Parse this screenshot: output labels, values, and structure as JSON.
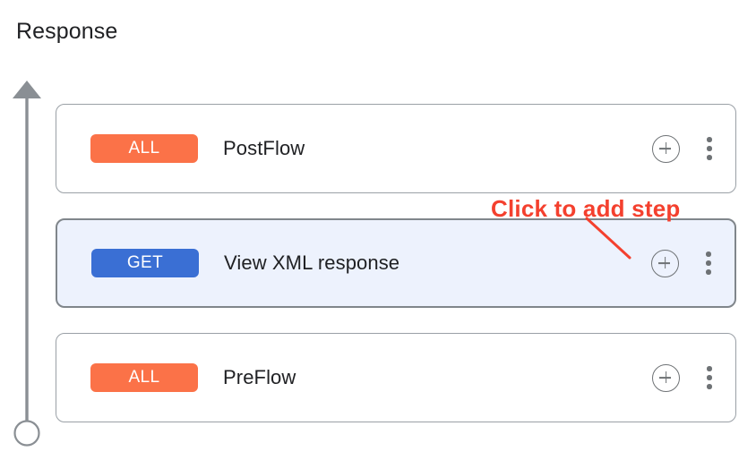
{
  "page": {
    "title": "Response"
  },
  "flow_axis": {
    "direction_icon": "up-arrow",
    "endpoint_icon": "hollow-circle",
    "color": "#8a8f94"
  },
  "annotation": {
    "text": "Click to add step",
    "color": "#f4402e",
    "points_to": "add-step-button-row-1"
  },
  "flows": {
    "rows": [
      {
        "badge": "ALL",
        "badge_color": "#fb7248",
        "label": "PostFlow",
        "selected": false,
        "add_icon": "plus-circle-icon",
        "more_icon": "more-vertical-icon"
      },
      {
        "badge": "GET",
        "badge_color": "#3a6fd4",
        "label": "View XML response",
        "selected": true,
        "add_icon": "plus-circle-icon",
        "more_icon": "more-vertical-icon"
      },
      {
        "badge": "ALL",
        "badge_color": "#fb7248",
        "label": "PreFlow",
        "selected": false,
        "add_icon": "plus-circle-icon",
        "more_icon": "more-vertical-icon"
      }
    ]
  },
  "colors": {
    "row_border": "#9aa0a6",
    "row_selected_bg": "#edf2fd",
    "row_selected_border": "#80868b",
    "icon_gray": "#6e7275",
    "text": "#202124"
  }
}
